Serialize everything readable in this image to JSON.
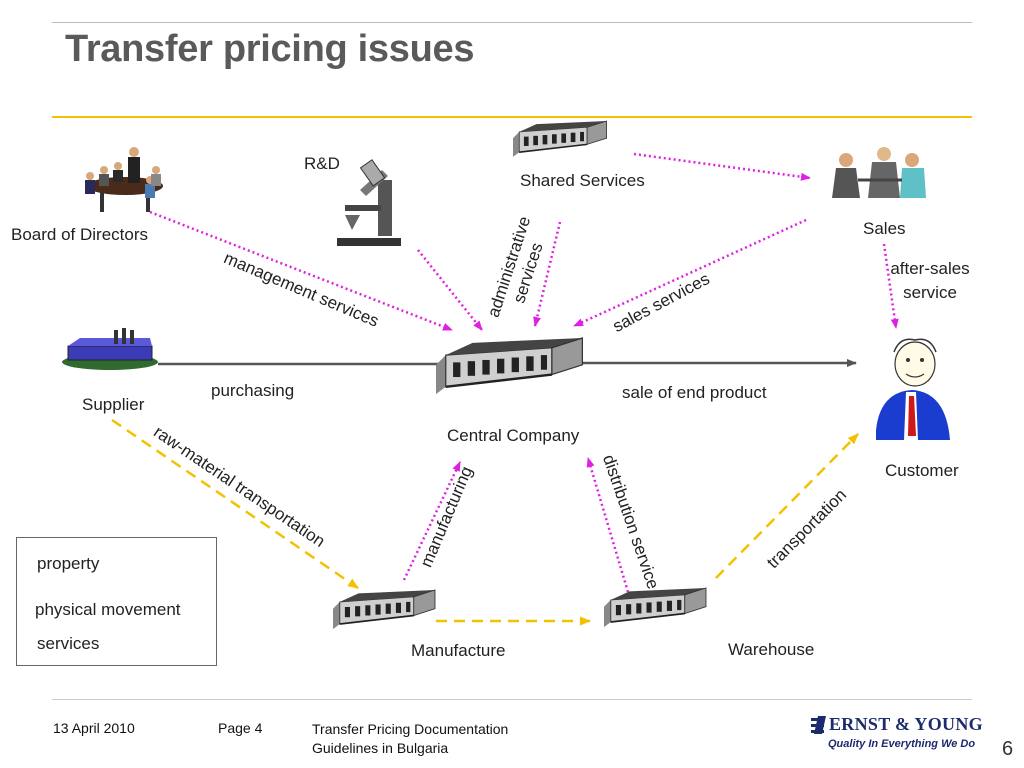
{
  "slide": {
    "title": "Transfer pricing issues",
    "page_number": "6"
  },
  "nodes": {
    "board": "Board of Directors",
    "rnd": "R&D",
    "shared": "Shared Services",
    "sales": "Sales",
    "supplier": "Supplier",
    "central": "Central Company",
    "customer": "Customer",
    "manufacture": "Manufacture",
    "warehouse": "Warehouse"
  },
  "flows": {
    "management": "management services",
    "administrative_line1": "administrative",
    "administrative_line2": "services",
    "sales_services": "sales services",
    "after_sales_line1": "after-sales",
    "after_sales_line2": "service",
    "purchasing": "purchasing",
    "sale_end_product": "sale of end product",
    "raw_material": "raw-material transportation",
    "manufacturing": "manufacturing",
    "distribution": "distribution service",
    "transportation": "transportation"
  },
  "legend": {
    "property": "property",
    "physical": "physical movement",
    "services": "services"
  },
  "colors": {
    "property": "#555555",
    "physical": "#f2c200",
    "services": "#e020e0",
    "accent_rule": "#f2c200"
  },
  "footer": {
    "date": "13 April 2010",
    "page": "Page 4",
    "doc_line1": "Transfer Pricing Documentation",
    "doc_line2": "Guidelines in Bulgaria",
    "logo_name": "ERNST & YOUNG",
    "logo_tagline": "Quality In Everything We Do"
  }
}
